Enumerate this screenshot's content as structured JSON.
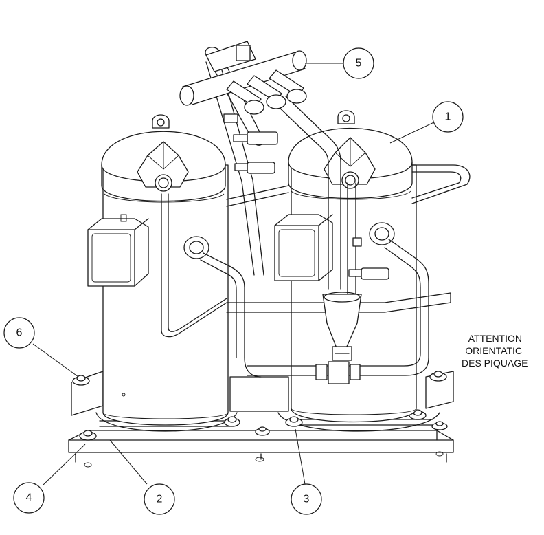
{
  "callouts": [
    {
      "label": "1"
    },
    {
      "label": "2"
    },
    {
      "label": "3"
    },
    {
      "label": "4"
    },
    {
      "label": "5"
    },
    {
      "label": "6"
    }
  ],
  "note": {
    "line1": "ATTENTION",
    "line2": "ORIENTATIC",
    "line3": "DES PIQUAGE"
  },
  "colors": {
    "line": "#1a1a1a",
    "background": "#ffffff"
  }
}
